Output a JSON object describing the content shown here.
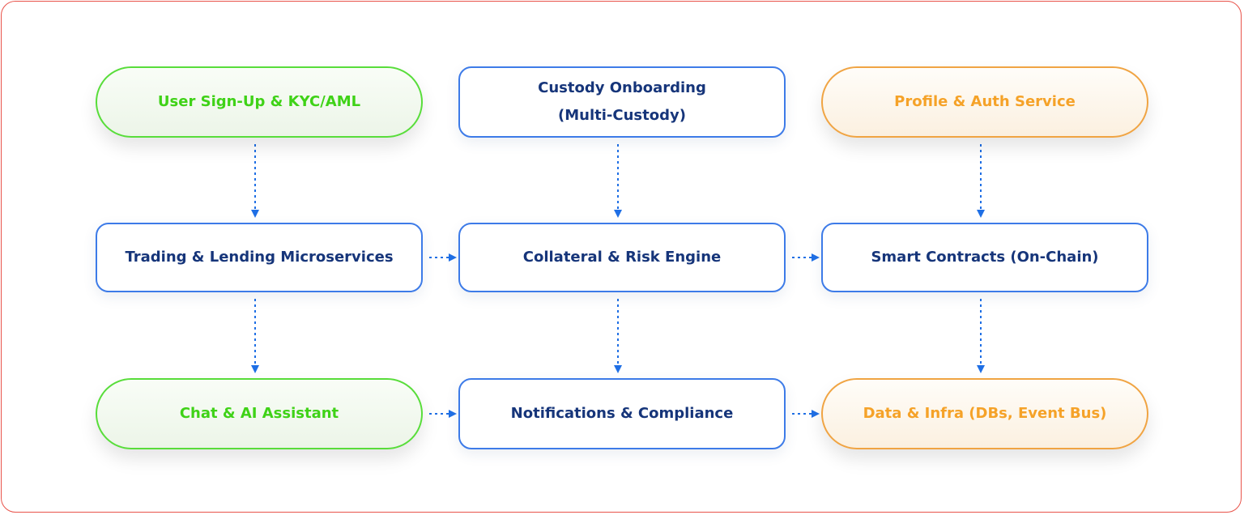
{
  "colors": {
    "frame_border": "#e8534a",
    "rect_border": "#3d7be8",
    "rect_text": "#16357a",
    "green_border": "#58dd3a",
    "green_text": "#3fd217",
    "orange_border": "#f0a443",
    "orange_text": "#f5a228",
    "connector": "#1f6fe5"
  },
  "nodes": {
    "signup": {
      "label": "User Sign-Up & KYC/AML",
      "style": "green-pill"
    },
    "custody": {
      "label": "Custody Onboarding\n(Multi-Custody)",
      "style": "blue-rect"
    },
    "profile": {
      "label": "Profile & Auth Service",
      "style": "orange-pill"
    },
    "trading": {
      "label": "Trading & Lending Microservices",
      "style": "blue-rect"
    },
    "collateral": {
      "label": "Collateral & Risk Engine",
      "style": "blue-rect"
    },
    "smart": {
      "label": "Smart Contracts (On-Chain)",
      "style": "blue-rect"
    },
    "chat": {
      "label": "Chat & AI Assistant",
      "style": "green-pill"
    },
    "notifications": {
      "label": "Notifications & Compliance",
      "style": "blue-rect"
    },
    "data": {
      "label": "Data & Infra (DBs, Event Bus)",
      "style": "orange-pill"
    }
  },
  "edges": [
    {
      "from": "signup",
      "to": "trading",
      "style": "dotted-arrow"
    },
    {
      "from": "custody",
      "to": "collateral",
      "style": "dotted-arrow"
    },
    {
      "from": "profile",
      "to": "smart",
      "style": "dotted-arrow"
    },
    {
      "from": "trading",
      "to": "collateral",
      "style": "dotted-arrow"
    },
    {
      "from": "collateral",
      "to": "smart",
      "style": "dotted-arrow"
    },
    {
      "from": "trading",
      "to": "chat",
      "style": "dotted-arrow"
    },
    {
      "from": "collateral",
      "to": "notifications",
      "style": "dotted-arrow"
    },
    {
      "from": "smart",
      "to": "data",
      "style": "dotted-arrow"
    },
    {
      "from": "chat",
      "to": "notifications",
      "style": "dotted-arrow"
    },
    {
      "from": "notifications",
      "to": "data",
      "style": "dotted-arrow"
    }
  ]
}
